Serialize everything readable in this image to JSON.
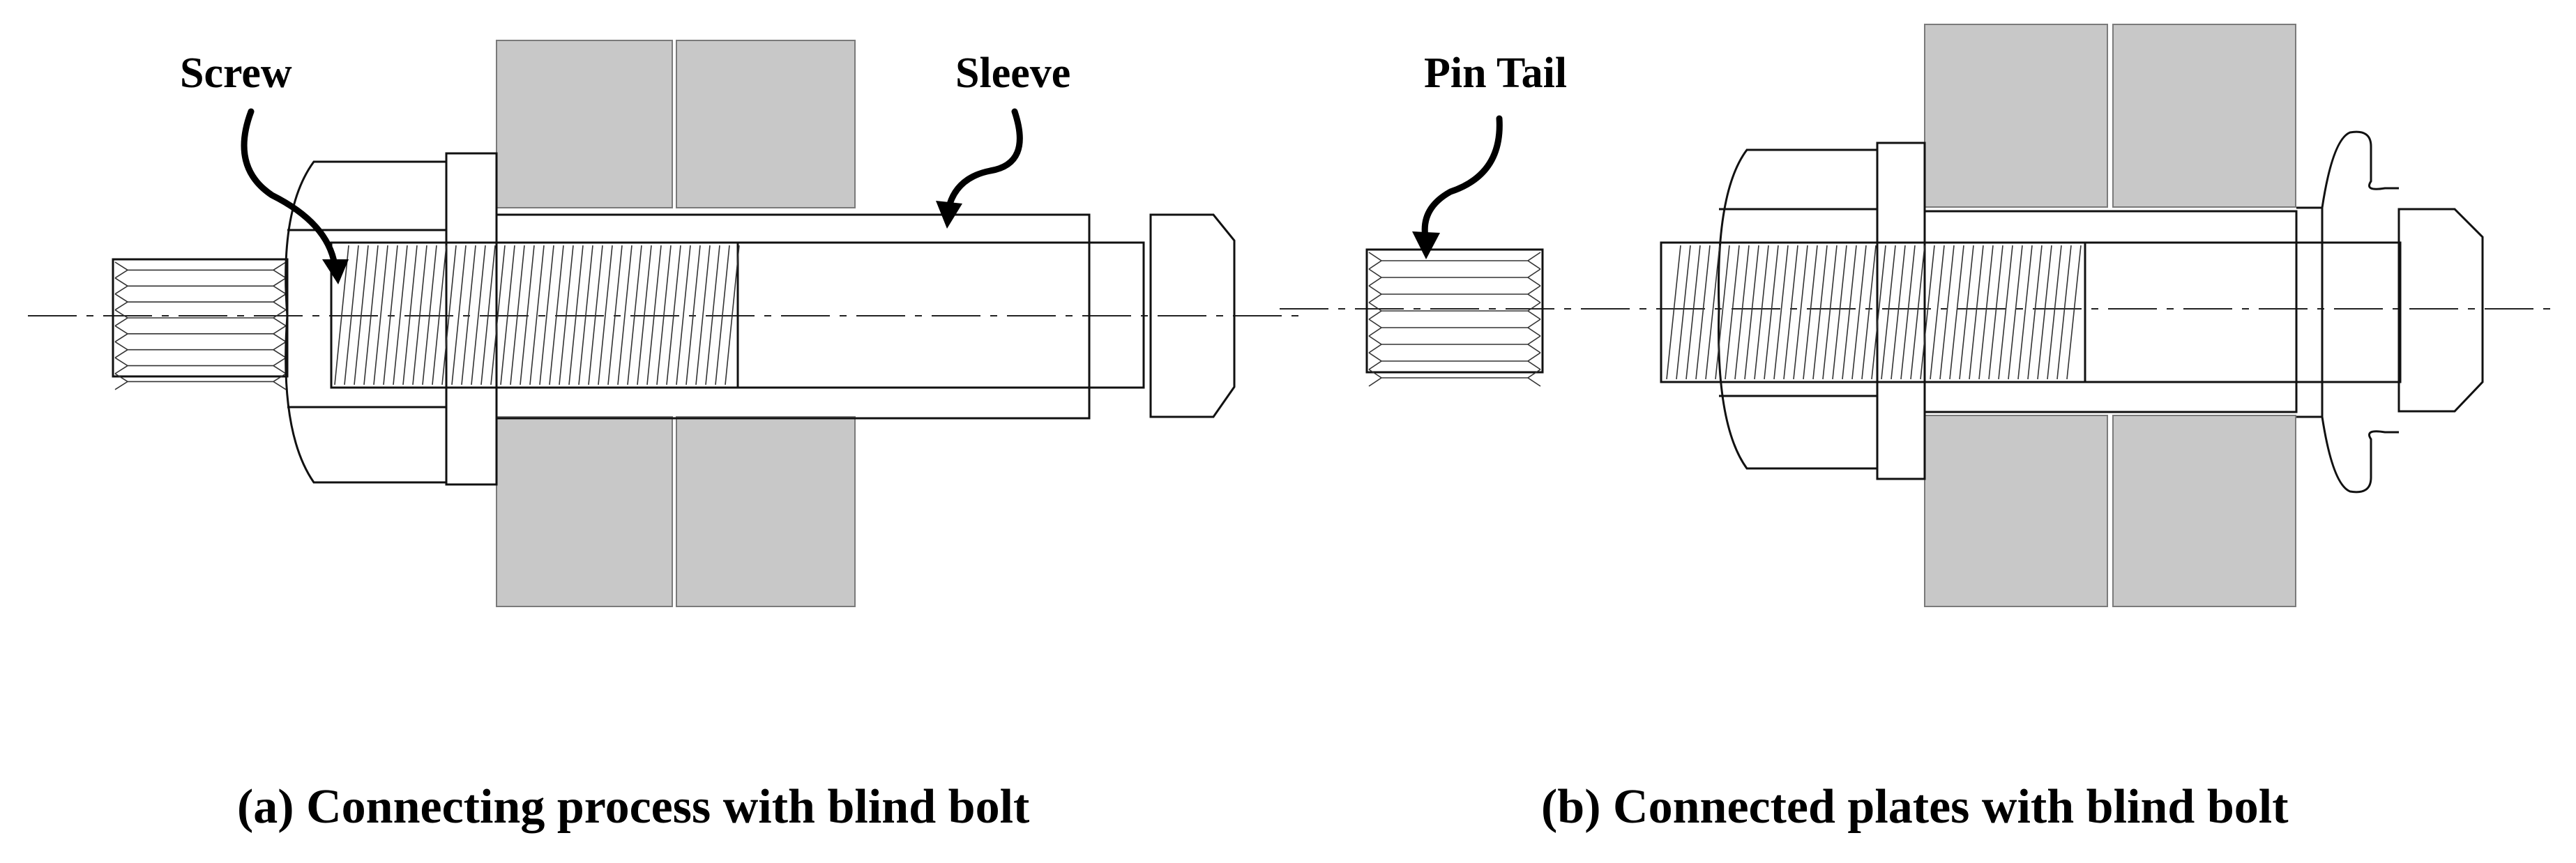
{
  "labels": {
    "screw": "Screw",
    "sleeve": "Sleeve",
    "pin_tail": "Pin Tail"
  },
  "captions": {
    "a": "(a) Connecting process with blind bolt",
    "b": "(b) Connected plates with blind bolt"
  },
  "colors": {
    "plate_fill": "#c8c8c8",
    "line": "#111111"
  }
}
